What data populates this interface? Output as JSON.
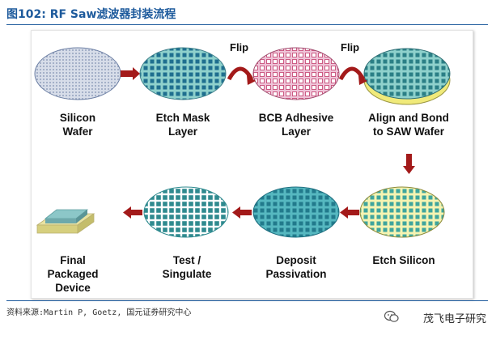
{
  "title": "图102:   RF Saw滤波器封装流程",
  "steps": [
    {
      "label": "Silicon\nWafer"
    },
    {
      "label": "Etch Mask\nLayer"
    },
    {
      "label": "BCB Adhesive\nLayer"
    },
    {
      "label": "Align and Bond\nto SAW Wafer"
    },
    {
      "label": "Etch Silicon"
    },
    {
      "label": "Deposit\nPassivation"
    },
    {
      "label": "Test /\nSingulate"
    },
    {
      "label": "Final\nPackaged\nDevice"
    }
  ],
  "flip_labels": [
    "Flip",
    "Flip"
  ],
  "source": "资料来源:Martin P, Goetz,  国元证券研究中心",
  "brand": "茂飞电子研究",
  "colors": {
    "accent": "#1d5a9c",
    "arrow": "#a31a1a",
    "wafer_gray": "#c9d2e2",
    "wafer_teal": "#6fc3bf",
    "wafer_pink": "#efc4d8",
    "wafer_yellow": "#f0f0a8"
  }
}
